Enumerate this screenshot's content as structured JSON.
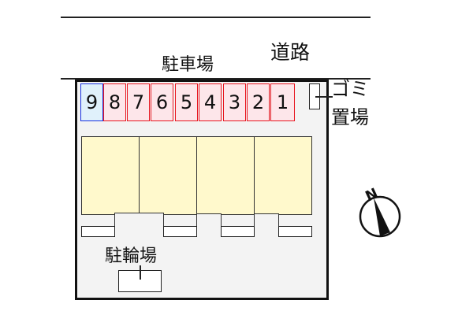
{
  "road": {
    "label": "道路"
  },
  "parking": {
    "label": "駐車場",
    "slots": [
      {
        "number": "9",
        "status": "blue"
      },
      {
        "number": "8",
        "status": "red"
      },
      {
        "number": "7",
        "status": "red"
      },
      {
        "number": "6",
        "status": "red"
      },
      {
        "number": "5",
        "status": "red"
      },
      {
        "number": "4",
        "status": "red"
      },
      {
        "number": "3",
        "status": "red"
      },
      {
        "number": "2",
        "status": "red"
      },
      {
        "number": "1",
        "status": "red"
      }
    ]
  },
  "garbage": {
    "label_line1": "ゴミ",
    "label_line2": "置場"
  },
  "bicycle": {
    "label": "駐輪場"
  },
  "compass": {
    "label": "N",
    "icon": "north-arrow-icon"
  },
  "colors": {
    "slot_red_border": "#e8141e",
    "slot_red_fill": "#fde6ea",
    "slot_blue_border": "#1730e0",
    "slot_blue_fill": "#e0f1fb",
    "building_fill": "#fff9cc",
    "lot_fill": "#f3f3f3"
  }
}
